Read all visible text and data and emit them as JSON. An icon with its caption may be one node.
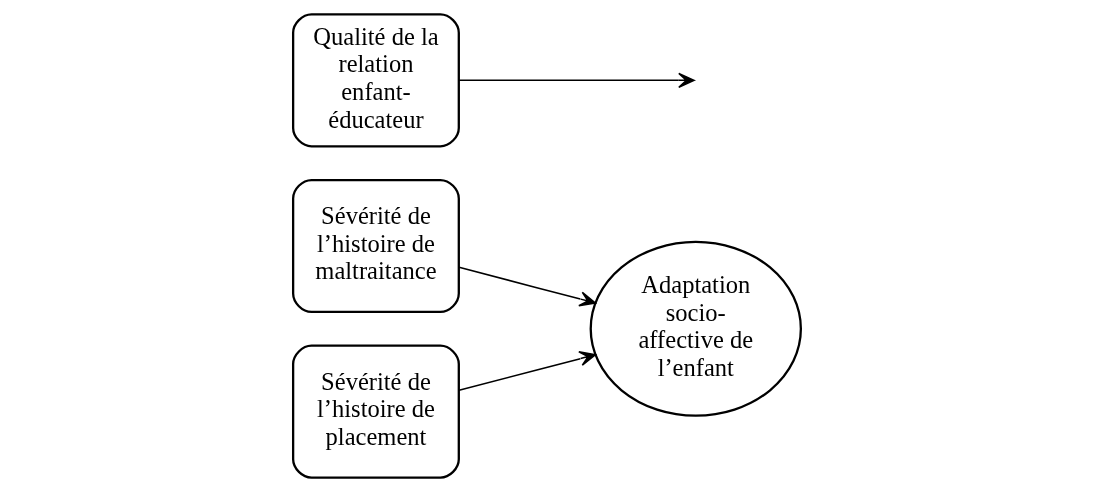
{
  "diagram": {
    "nodes": [
      {
        "text": [
          "Sévérité de l’histoire de maltraitance"
        ]
      },
      {
        "text": [
          "Sévérité de l’histoire de placement"
        ]
      },
      {
        "text": [
          "Adaptation socio-affective de l’enfant"
        ]
      },
      {
        "text": [
          "Qualité de la relation enfant-éducateur"
        ]
      }
    ],
    "edges": [
      {
        "from": 0,
        "to": 2,
        "arrow": "to"
      },
      {
        "from": 1,
        "to": 2,
        "arrow": "to"
      },
      {
        "from": 3,
        "to": null,
        "arrow": "to"
      }
    ]
  }
}
